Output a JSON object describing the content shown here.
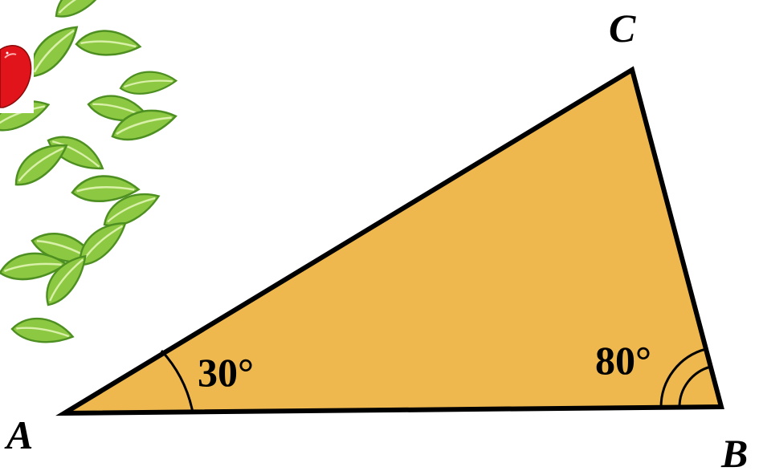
{
  "colors": {
    "triangle_fill": "#EEB84E",
    "stroke": "#000000",
    "leaf_light": "#B9E07A",
    "leaf_mid": "#7FBF3A",
    "leaf_dark": "#3E7F1E",
    "apple": "#E0141A"
  },
  "decoration": {
    "icon": "leafy-branch-with-apple"
  },
  "diagram": {
    "vertices": {
      "a": "A",
      "b": "B",
      "c": "C"
    },
    "angles": {
      "a": "30°",
      "b": "80°"
    }
  }
}
